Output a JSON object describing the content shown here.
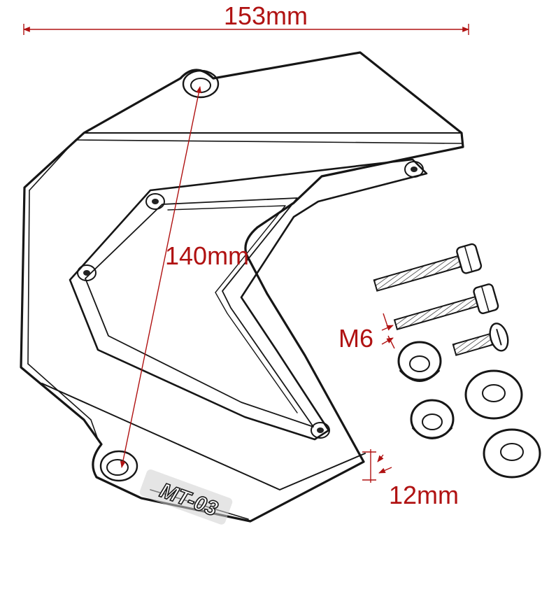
{
  "dimensions": {
    "width_label": "153mm",
    "height_label": "140mm",
    "thread_label": "M6",
    "thickness_label": "12mm"
  },
  "part": {
    "logo_text": "MT-03"
  },
  "colors": {
    "dimension": "#b01212",
    "outline": "#161616",
    "background": "#ffffff"
  },
  "icons": {
    "bolt": "hex-socket-bolt-icon",
    "screw": "button-head-screw-icon",
    "spacer": "spacer-icon",
    "washer": "washer-icon"
  }
}
